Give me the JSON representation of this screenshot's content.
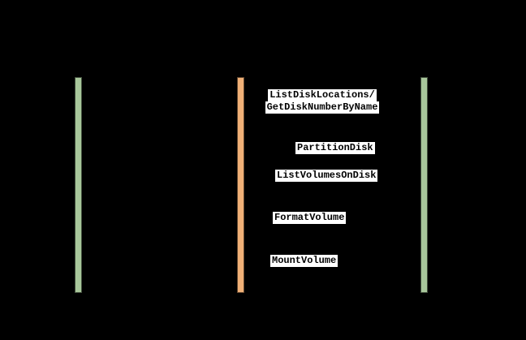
{
  "diagram": {
    "type": "sequence-diagram",
    "background_color": "#000000",
    "lifelines": [
      {
        "position": "left",
        "activation_color": "#a8c79b"
      },
      {
        "position": "middle",
        "activation_color": "#f0b077"
      },
      {
        "position": "right",
        "activation_color": "#a8c79b"
      }
    ],
    "messages": [
      {
        "line1": "ListDiskLocations/",
        "line2": "GetDiskNumberByName"
      },
      {
        "label": "PartitionDisk"
      },
      {
        "label": "ListVolumesOnDisk"
      },
      {
        "label": "FormatVolume"
      },
      {
        "label": "MountVolume"
      }
    ]
  }
}
